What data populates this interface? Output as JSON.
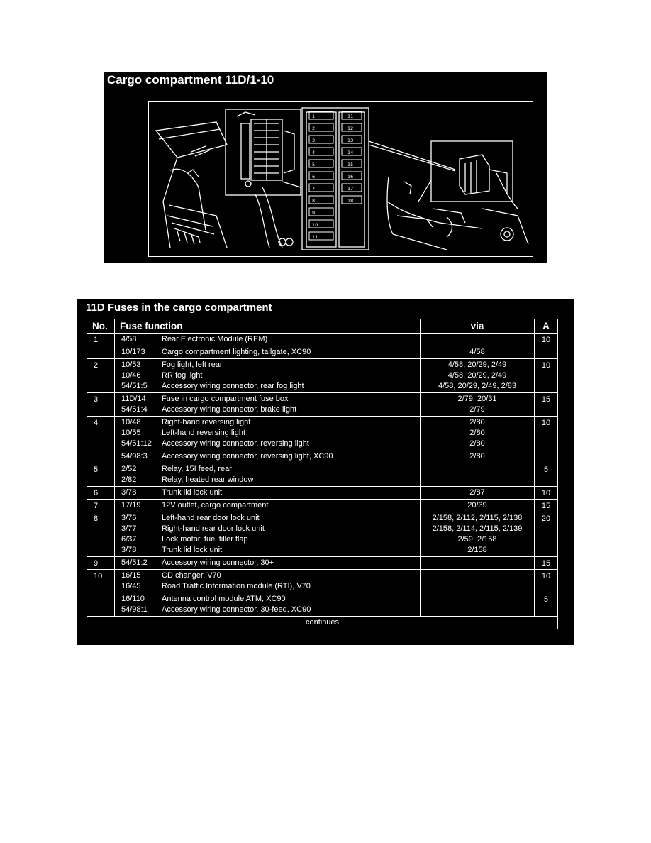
{
  "figure": {
    "title": "Cargo compartment 11D/1-10",
    "fuse_box_left": [
      "1",
      "2",
      "3",
      "4",
      "5",
      "6",
      "7",
      "8",
      "9",
      "10",
      "11"
    ],
    "fuse_box_right": [
      "11",
      "12",
      "13",
      "14",
      "15",
      "16",
      "17",
      "18"
    ]
  },
  "table": {
    "title": "11D Fuses in the cargo compartment",
    "headers": {
      "no": "No.",
      "function": "Fuse function",
      "via": "via",
      "amps": "A"
    },
    "rows": [
      {
        "no": "1",
        "lines": [
          {
            "ref": "4/58",
            "desc": "Rear Electronic Module (REM)",
            "via": "",
            "amps": "10"
          },
          {
            "ref": "10/173",
            "desc": "Cargo compartment lighting, tailgate, XC90",
            "via": "4/58",
            "amps": "",
            "gap": true
          }
        ]
      },
      {
        "no": "2",
        "lines": [
          {
            "ref": "10/53",
            "desc": "Fog light, left rear",
            "via": "4/58, 20/29, 2/49",
            "amps": "10"
          },
          {
            "ref": "10/46",
            "desc": "RR fog light",
            "via": "4/58, 20/29, 2/49",
            "amps": ""
          },
          {
            "ref": "54/51:5",
            "desc": "Accessory wiring connector, rear fog light",
            "via": "4/58, 20/29, 2/49, 2/83",
            "amps": ""
          }
        ]
      },
      {
        "no": "3",
        "lines": [
          {
            "ref": "11D/14",
            "desc": "Fuse in cargo compartment fuse box",
            "via": "2/79, 20/31",
            "amps": "15"
          },
          {
            "ref": "54/51:4",
            "desc": "Accessory wiring connector, brake light",
            "via": "2/79",
            "amps": ""
          }
        ]
      },
      {
        "no": "4",
        "lines": [
          {
            "ref": "10/48",
            "desc": "Right-hand reversing light",
            "via": "2/80",
            "amps": "10"
          },
          {
            "ref": "10/55",
            "desc": "Left-hand reversing light",
            "via": "2/80",
            "amps": ""
          },
          {
            "ref": "54/51:12",
            "desc": "Accessory wiring connector, reversing light",
            "via": "2/80",
            "amps": ""
          },
          {
            "ref": "54/98:3",
            "desc": "Accessory wiring connector, reversing light, XC90",
            "via": "2/80",
            "amps": "",
            "gap": true
          }
        ]
      },
      {
        "no": "5",
        "lines": [
          {
            "ref": "2/52",
            "desc": "Relay, 15I feed, rear",
            "via": "",
            "amps": "5"
          },
          {
            "ref": "2/82",
            "desc": "Relay, heated rear window",
            "via": "",
            "amps": ""
          }
        ]
      },
      {
        "no": "6",
        "lines": [
          {
            "ref": "3/78",
            "desc": "Trunk lid lock unit",
            "via": "2/87",
            "amps": "10"
          }
        ]
      },
      {
        "no": "7",
        "lines": [
          {
            "ref": "17/19",
            "desc": "12V outlet, cargo compartment",
            "via": "20/39",
            "amps": "15"
          }
        ]
      },
      {
        "no": "8",
        "lines": [
          {
            "ref": "3/76",
            "desc": "Left-hand rear door lock unit",
            "via": "2/158, 2/112, 2/115, 2/138",
            "amps": "20"
          },
          {
            "ref": "3/77",
            "desc": "Right-hand rear door lock unit",
            "via": "2/158, 2/114, 2/115, 2/139",
            "amps": ""
          },
          {
            "ref": "6/37",
            "desc": "Lock motor, fuel filler flap",
            "via": "2/59, 2/158",
            "amps": ""
          },
          {
            "ref": "3/78",
            "desc": "Trunk lid lock unit",
            "via": "2/158",
            "amps": ""
          }
        ]
      },
      {
        "no": "9",
        "lines": [
          {
            "ref": "54/51:2",
            "desc": "Accessory wiring connector, 30+",
            "via": "",
            "amps": "15"
          }
        ]
      },
      {
        "no": "10",
        "lines": [
          {
            "ref": "16/15",
            "desc": "CD changer, V70",
            "via": "",
            "amps": "10"
          },
          {
            "ref": "16/45",
            "desc": "Road Traffic Information module (RTI), V70",
            "via": "",
            "amps": ""
          },
          {
            "ref": "16/110",
            "desc": "Antenna control module ATM, XC90",
            "via": "",
            "amps": "5",
            "gap": true
          },
          {
            "ref": "54/98:1",
            "desc": "Accessory wiring connector, 30-feed, XC90",
            "via": "",
            "amps": ""
          }
        ]
      }
    ],
    "footer": "continues"
  }
}
